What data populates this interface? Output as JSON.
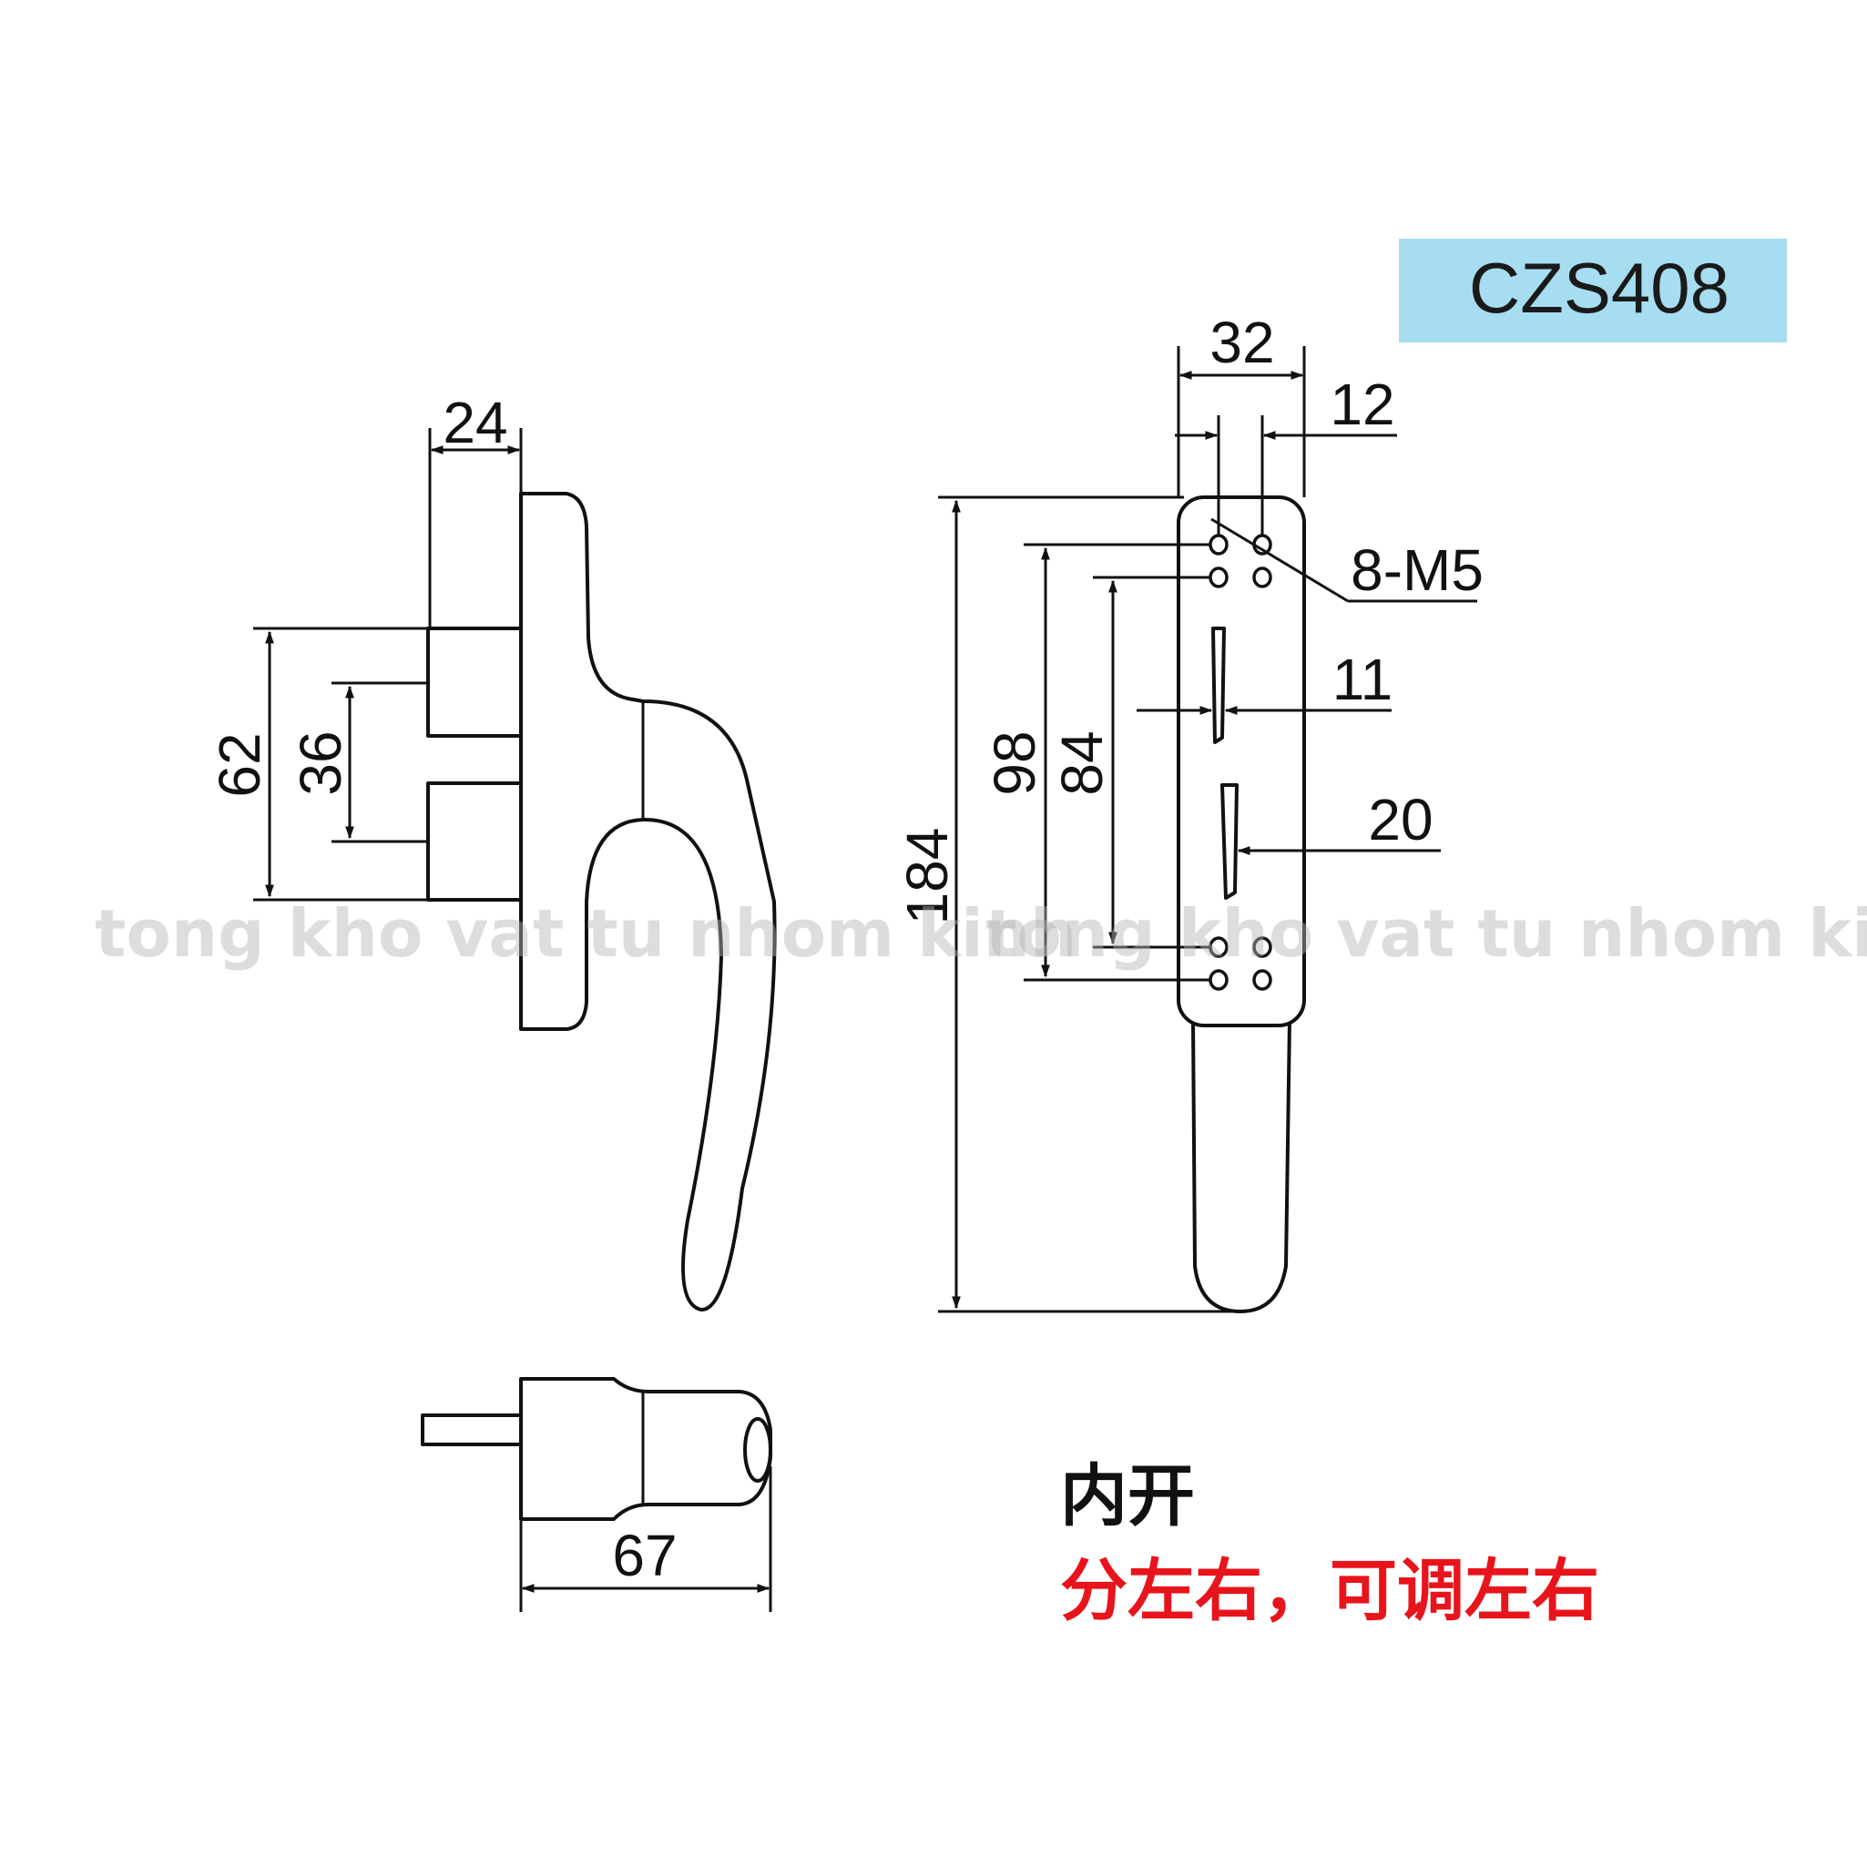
{
  "model_label": {
    "text": "CZS408",
    "background": "#a6ddf0"
  },
  "dimensions": {
    "side_width": "24",
    "side_base_height": "62",
    "side_spindle_spacing": "36",
    "front_width": "32",
    "front_hole_spacing": "12",
    "screw_spec": "8-M5",
    "front_slot_a": "11",
    "front_slot_b": "20",
    "front_outer_holes": "98",
    "front_inner_holes": "84",
    "total_length": "184",
    "bottom_length": "67"
  },
  "notes": {
    "opening": "内开",
    "handing": "分左右，可调左右"
  },
  "watermark": {
    "left": "tong kho vat tu nhom kinh",
    "right": "tong kho vat tu nhom kinh"
  },
  "colors": {
    "line": "#111111",
    "accent_red": "#e8141c",
    "label_bg": "#a6ddf0"
  }
}
